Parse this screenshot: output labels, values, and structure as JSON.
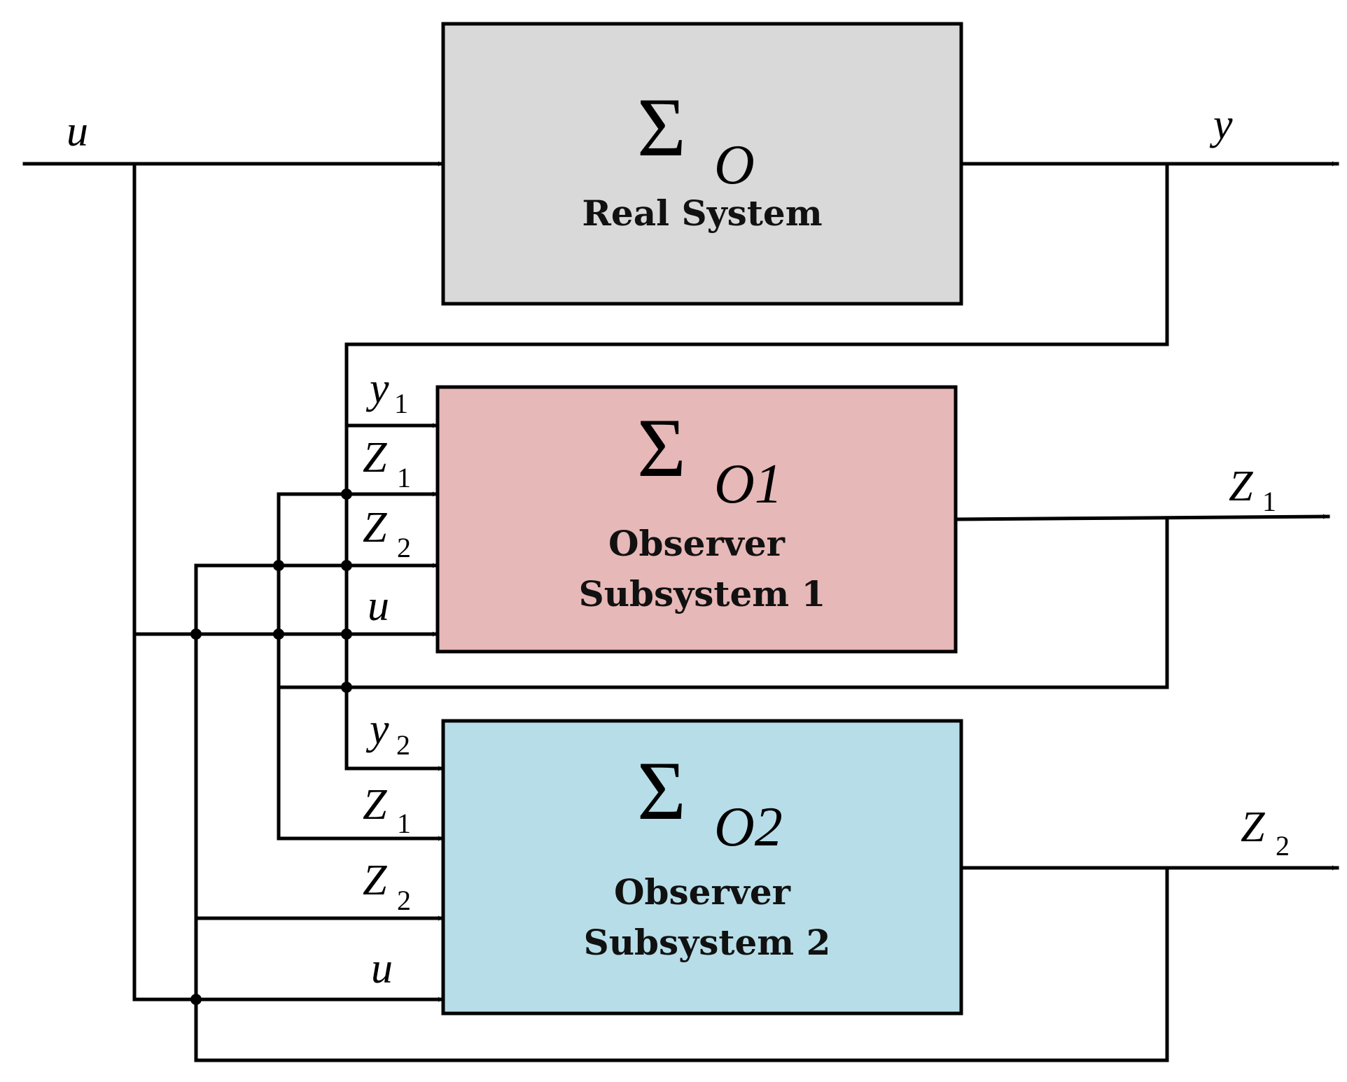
{
  "colors": {
    "real_fill": "#d9d9d9",
    "obs1_fill": "#e6b8b7",
    "obs2_fill": "#b7dee8",
    "line": "#000000"
  },
  "blocks": {
    "real": {
      "symbol": "Σ",
      "subscript": "O",
      "caption": [
        "Real System"
      ]
    },
    "obs1": {
      "symbol": "Σ",
      "subscript": "O1",
      "caption": [
        "Observer",
        "Subsystem 1"
      ]
    },
    "obs2": {
      "symbol": "Σ",
      "subscript": "O2",
      "caption": [
        "Observer",
        "Subsystem 2"
      ]
    }
  },
  "signals": {
    "input": {
      "letter": "u"
    },
    "output_y": {
      "letter": "y"
    },
    "output_z1": {
      "letter": "Z",
      "sub": "1"
    },
    "output_z2": {
      "letter": "Z",
      "sub": "2"
    }
  },
  "obs1_inputs": [
    {
      "letter": "y",
      "sub": "1"
    },
    {
      "letter": "Z",
      "sub": "1"
    },
    {
      "letter": "Z",
      "sub": "2"
    },
    {
      "letter": "u",
      "sub": ""
    }
  ],
  "obs2_inputs": [
    {
      "letter": "y",
      "sub": "2"
    },
    {
      "letter": "Z",
      "sub": "1"
    },
    {
      "letter": "Z",
      "sub": "2"
    },
    {
      "letter": "u",
      "sub": ""
    }
  ]
}
